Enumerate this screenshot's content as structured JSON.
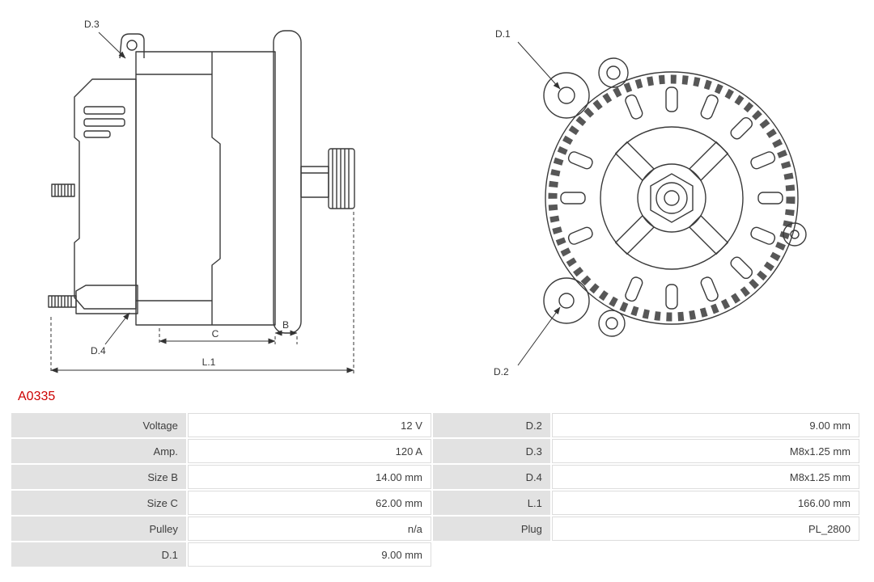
{
  "colors": {
    "part_number_red": "#cc0000"
  },
  "part_number": "A0335",
  "diagram": {
    "labels": {
      "d1": "D.1",
      "d2": "D.2",
      "d3": "D.3",
      "d4": "D.4",
      "b": "B",
      "c": "C",
      "l1": "L.1"
    }
  },
  "table": {
    "rows": [
      {
        "label1": "Voltage",
        "value1": "12 V",
        "label2": "D.2",
        "value2": "9.00 mm"
      },
      {
        "label1": "Amp.",
        "value1": "120 A",
        "label2": "D.3",
        "value2": "M8x1.25 mm"
      },
      {
        "label1": "Size B",
        "value1": "14.00 mm",
        "label2": "D.4",
        "value2": "M8x1.25 mm"
      },
      {
        "label1": "Size C",
        "value1": "62.00 mm",
        "label2": "L.1",
        "value2": "166.00 mm"
      },
      {
        "label1": "Pulley",
        "value1": "n/a",
        "label2": "Plug",
        "value2": "PL_2800"
      },
      {
        "label1": "D.1",
        "value1": "9.00 mm",
        "label2": "",
        "value2": ""
      }
    ]
  }
}
